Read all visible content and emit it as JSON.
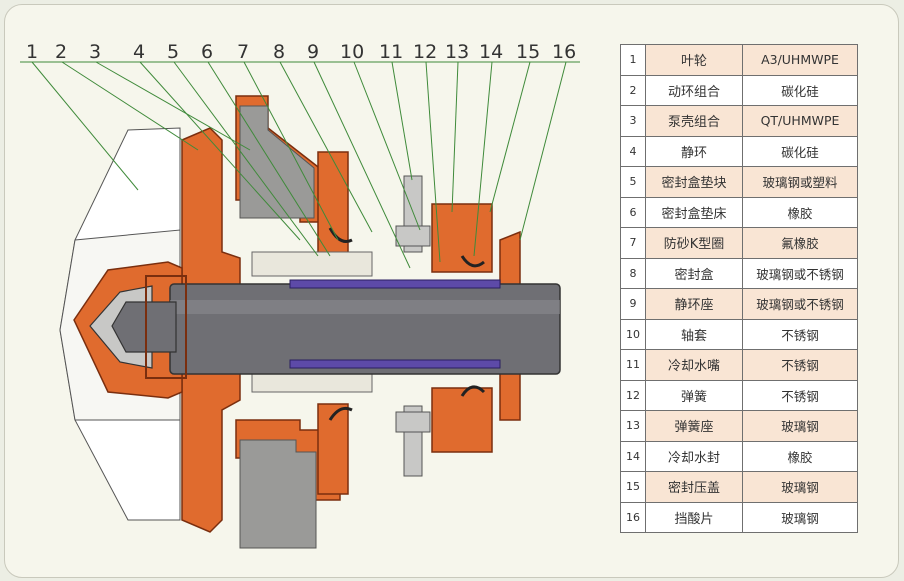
{
  "colors": {
    "casing": "#e06b2e",
    "casing_outline": "#7a2e0e",
    "gray_block": "#9a9a98",
    "shaft": "#6f6f74",
    "sleeve": "#5d4aa8",
    "impeller_hub": "#c8c8c6",
    "row_shade": "#f9e5d4",
    "leader_green": "#3f8a3a"
  },
  "callouts": [
    "1",
    "2",
    "3",
    "4",
    "5",
    "6",
    "7",
    "8",
    "9",
    "10",
    "11",
    "12",
    "13",
    "14",
    "15",
    "16"
  ],
  "parts": [
    {
      "no": "1",
      "name": "叶轮",
      "material": "A3/UHMWPE",
      "shaded": true
    },
    {
      "no": "2",
      "name": "动环组合",
      "material": "碳化硅",
      "shaded": false
    },
    {
      "no": "3",
      "name": "泵壳组合",
      "material": "QT/UHMWPE",
      "shaded": true
    },
    {
      "no": "4",
      "name": "静环",
      "material": "碳化硅",
      "shaded": false
    },
    {
      "no": "5",
      "name": "密封盒垫块",
      "material": "玻璃钢或塑料",
      "shaded": true
    },
    {
      "no": "6",
      "name": "密封盒垫床",
      "material": "橡胶",
      "shaded": false
    },
    {
      "no": "7",
      "name": "防砂K型圈",
      "material": "氟橡胶",
      "shaded": true
    },
    {
      "no": "8",
      "name": "密封盒",
      "material": "玻璃钢或不锈钢",
      "shaded": false
    },
    {
      "no": "9",
      "name": "静环座",
      "material": "玻璃钢或不锈钢",
      "shaded": true
    },
    {
      "no": "10",
      "name": "轴套",
      "material": "不锈钢",
      "shaded": false
    },
    {
      "no": "11",
      "name": "冷却水嘴",
      "material": "不锈钢",
      "shaded": true
    },
    {
      "no": "12",
      "name": "弹簧",
      "material": "不锈钢",
      "shaded": false
    },
    {
      "no": "13",
      "name": "弹簧座",
      "material": "玻璃钢",
      "shaded": true
    },
    {
      "no": "14",
      "name": "冷却水封",
      "material": "橡胶",
      "shaded": false
    },
    {
      "no": "15",
      "name": "密封压盖",
      "material": "玻璃钢",
      "shaded": true
    },
    {
      "no": "16",
      "name": "挡酸片",
      "material": "玻璃钢",
      "shaded": false
    }
  ]
}
